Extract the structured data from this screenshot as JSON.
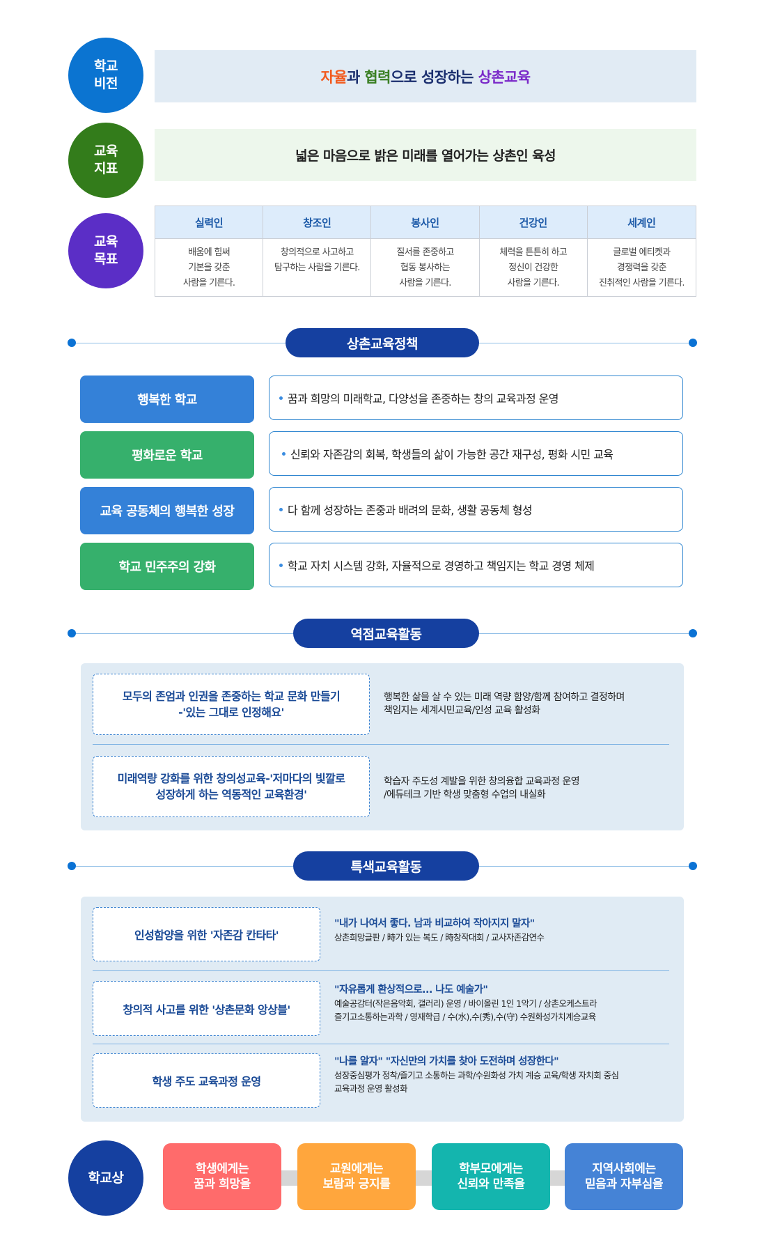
{
  "vision": {
    "label_line1": "학교",
    "label_line2": "비전",
    "circle_color": "#0b74d1",
    "text_parts": [
      {
        "text": "자율",
        "color": "#f25a1e"
      },
      {
        "text": "과 ",
        "color": "#1a2e6e"
      },
      {
        "text": "협력",
        "color": "#3a7f23"
      },
      {
        "text": "으로 성장하는 ",
        "color": "#1a2e6e"
      },
      {
        "text": "상촌교육",
        "color": "#7a28c8"
      }
    ]
  },
  "edu_goal": {
    "label_line1": "교육",
    "label_line2": "지표",
    "circle_color": "#337c1b",
    "text": "넓은 마음으로 밝은 미래를 열어가는 상촌인 육성"
  },
  "edu_targets": {
    "label_line1": "교육",
    "label_line2": "목표",
    "circle_color": "#5b2ec6",
    "columns": [
      {
        "title": "실력인",
        "lines": [
          "배움에 힘써",
          "기본을 갖춘",
          "사람을 기른다."
        ]
      },
      {
        "title": "창조인",
        "lines": [
          "창의적으로 사고하고",
          "탐구하는 사람을 기른다."
        ]
      },
      {
        "title": "봉사인",
        "lines": [
          "질서를 존중하고",
          "협동 봉사하는",
          "사람을 기른다."
        ]
      },
      {
        "title": "건강인",
        "lines": [
          "체력을 튼튼히 하고",
          "정신이 건강한",
          "사람을 기른다."
        ]
      },
      {
        "title": "세계인",
        "lines": [
          "글로벌 에티켓과",
          "경쟁력을 갖춘",
          "진취적인 사람을 기른다."
        ]
      }
    ]
  },
  "policy": {
    "title": "상촌교육정책",
    "rows": [
      {
        "name": "행복한 학교",
        "color": "blue",
        "desc": "꿈과 희망의 미래학교, 다양성을 존중하는 창의 교육과정 운영"
      },
      {
        "name": "평화로운 학교",
        "color": "green",
        "desc": "신뢰와 자존감의 회복, 학생들의 삶이 가능한 공간 재구성, 평화 시민 교육"
      },
      {
        "name": "교육 공동체의 행복한 성장",
        "color": "blue",
        "desc": "다 함께 성장하는 존중과 배려의 문화, 생활 공동체 형성"
      },
      {
        "name": "학교 민주주의 강화",
        "color": "green",
        "desc": "학교 자치 시스템 강화, 자율적으로 경영하고 책임지는 학교 경영 체제"
      }
    ]
  },
  "focus": {
    "title": "역점교육활동",
    "items": [
      {
        "title_lines": [
          "모두의 존엄과 인권을 존중하는 학교 문화 만들기",
          "-'있는 그대로 인정해요'"
        ],
        "desc_lines": [
          "행복한 삶을 살 수 있는 미래 역량 함양/함께 참여하고 결정하며",
          "책임지는 세계시민교육/인성 교육 활성화"
        ]
      },
      {
        "title_lines": [
          "미래역량 강화를 위한 창의성교육-'저마다의 빛깔로",
          "성장하게 하는 역동적인 교육환경'"
        ],
        "desc_lines": [
          "학습자 주도성 계발을 위한 창의융합 교육과정 운영",
          "/에듀테크 기반 학생 맞춤형 수업의 내실화"
        ]
      }
    ]
  },
  "special": {
    "title": "특색교육활동",
    "items": [
      {
        "title": "인성함양을 위한 '자존감 칸타타'",
        "quote": "\"내가 나여서 좋다. 남과 비교하여 작아지지 말자\"",
        "detail_lines": [
          "상촌희망글판 / 時가 있는 복도 / 時창작대회 / 교사자존감연수"
        ]
      },
      {
        "title": "창의적 사고를 위한 '상촌문화 앙상블'",
        "quote": "\"자유롭게 환상적으로... 나도 예술가\"",
        "detail_lines": [
          "예술공감터(작은음악회, 갤러리) 운영 / 바이올린 1인 1악기 / 상촌오케스트라",
          "즐기고소통하는과학 / 영재학급 / 수(水),수(秀),수(守) 수원화성가치계승교육"
        ]
      },
      {
        "title": "학생 주도 교육과정 운영",
        "quote": "\"나를 알자\" \"자신만의 가치를 찾아 도전하며 성장한다\"",
        "detail_lines": [
          "성장중심평가 정착/즐기고 소통하는 과학/수원화성 가치 계승 교육/학생 자치회 중심",
          "교육과정 운영 활성화"
        ]
      }
    ]
  },
  "school_image": {
    "label": "학교상",
    "circle_color": "#1540a0",
    "items": [
      {
        "line1": "학생에게는",
        "line2": "꿈과 희망을",
        "color": "#ff6b6b"
      },
      {
        "line1": "교원에게는",
        "line2": "보람과 긍지를",
        "color": "#ffa63d"
      },
      {
        "line1": "학부모에게는",
        "line2": "신뢰와 만족을",
        "color": "#14b5ae"
      },
      {
        "line1": "지역사회에는",
        "line2": "믿음과 자부심을",
        "color": "#4583d6"
      }
    ]
  }
}
